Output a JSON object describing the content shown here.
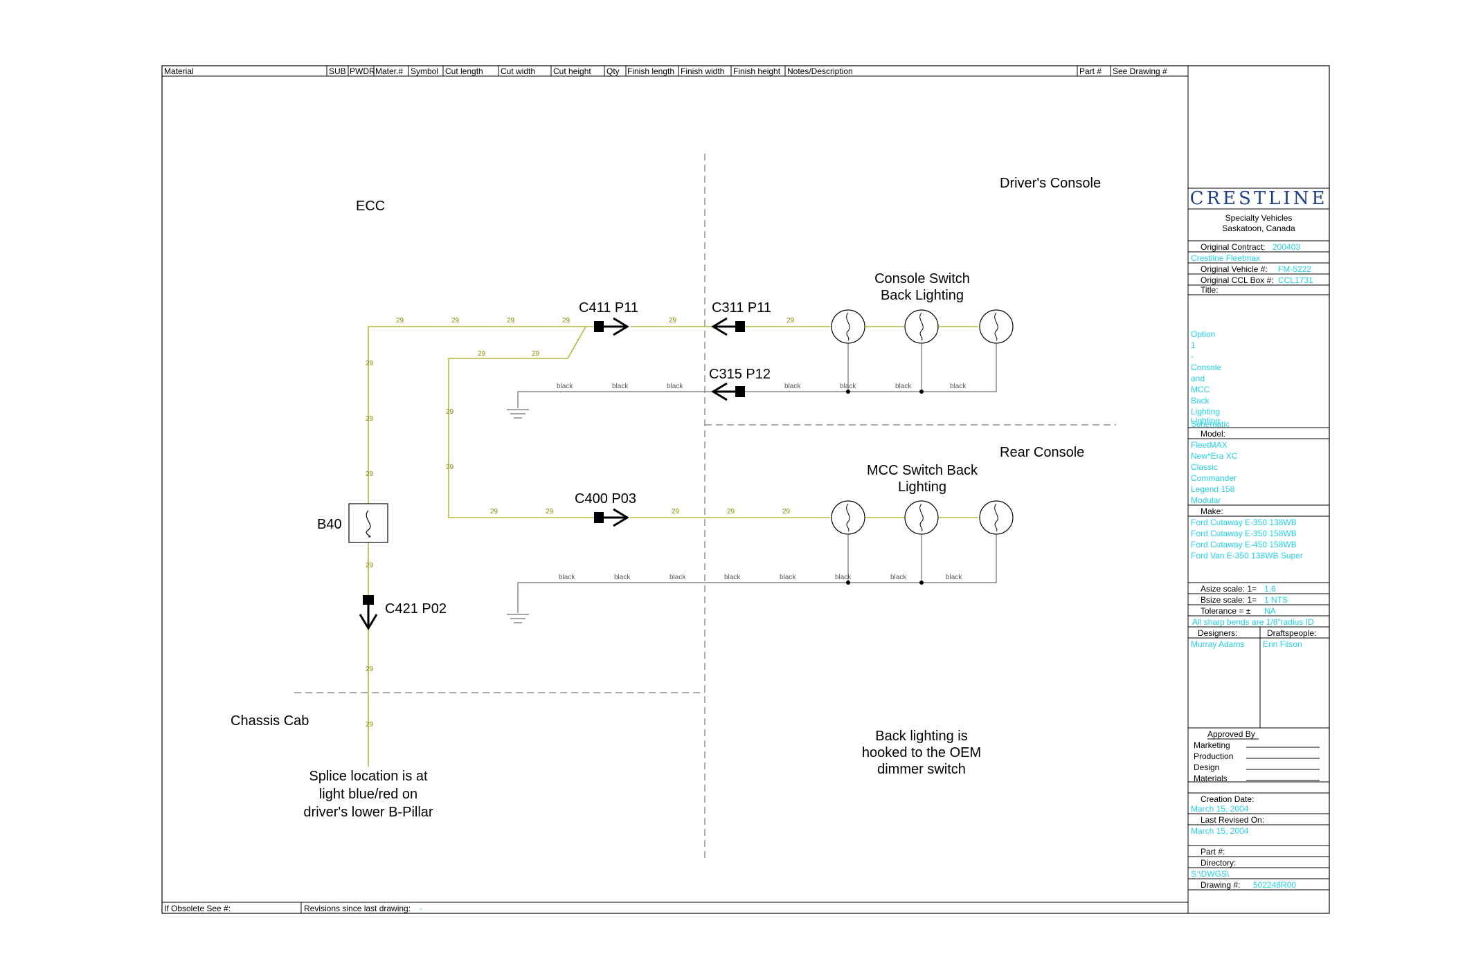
{
  "header": {
    "columns": [
      "Material",
      "SUB",
      "PWDR",
      "Mater.#",
      "Symbol",
      "Cut length",
      "Cut width",
      "Cut height",
      "Qty",
      "Finish length",
      "Finish width",
      "Finish height",
      "Notes/Description",
      "Part #",
      "See Drawing #"
    ]
  },
  "zones": {
    "ecc": "ECC",
    "drivers_console": "Driver's Console",
    "rear_console": "Rear Console",
    "chassis_cab": "Chassis Cab"
  },
  "connectors": {
    "c411": "C411 P11",
    "c311": "C311 P11",
    "c315": "C315 P12",
    "c400": "C400 P03",
    "c421": "C421 P02",
    "b40": "B40"
  },
  "groups": {
    "console_line1": "Console Switch",
    "console_line2": "Back Lighting",
    "mcc_line1": "MCC Switch Back",
    "mcc_line2": "Lighting"
  },
  "wire_labels": {
    "num": "29",
    "gnd": "black"
  },
  "notes": {
    "splice": [
      "Splice location is at",
      "light blue/red on",
      "driver's lower B-Pillar"
    ],
    "backlight": [
      "Back lighting is",
      "hooked to the OEM",
      "dimmer switch"
    ]
  },
  "footer": {
    "obsolete": "If Obsolete See #:",
    "revisions": "Revisions since last drawing:",
    "revisions_value": "-"
  },
  "title_block": {
    "logo": "CRESTLINE",
    "company1": "Specialty Vehicles",
    "company2": "Saskatoon, Canada",
    "orig_contract_label": "Original Contract:",
    "orig_contract": "200403",
    "contract_name": "Crestline Fleetmax",
    "orig_vehicle_label": "Original Vehicle #:",
    "orig_vehicle": "FM-5222",
    "ccl_label": "Original CCL Box #:",
    "ccl": "CCL1731",
    "title_label": "Title:",
    "title_lines": [
      "Option",
      "1",
      "-",
      "Console",
      "and",
      "MCC",
      "Back",
      "Lighting",
      "Lighting",
      "Schematic"
    ],
    "model_label": "Model:",
    "models": [
      "FleetMAX",
      "New*Era XC",
      "Classic",
      "Commander",
      "Legend 158",
      "Modular"
    ],
    "make_label": "Make:",
    "makes": [
      "Ford Cutaway E-350 138WB",
      "Ford Cutaway E-350 158WB",
      "Ford Cutaway E-450 158WB",
      "Ford Van E-350 138WB Super"
    ],
    "asize_label": "Asize scale:  1=",
    "asize": "1.6",
    "bsize_label": "Bsize scale:  1=",
    "bsize": "1  NTS",
    "tolerance_label": "Tolerance = ±",
    "tolerance": "NA",
    "bends": "All sharp bends are 1/8\"radius ID",
    "designers_label": "Designers:",
    "designer": "Murray Adams",
    "drafts_label": "Draftspeople:",
    "draftsperson": "Erin Filson",
    "approved_label": "Approved By",
    "approvals": [
      "Marketing",
      "Production",
      "Design",
      "Materials"
    ],
    "creation_label": "Creation Date:",
    "creation_date": "March 15, 2004",
    "revised_label": "Last Revised On:",
    "revised_date": "March 15, 2004",
    "part_label": "Part #:",
    "dir_label": "Directory:",
    "directory": "S:\\DWGS\\",
    "drawing_label": "Drawing #:",
    "drawing": "502248R00"
  },
  "colors": {
    "wire": "#b5b83a",
    "ground_wire": "#6e6e6e",
    "accent": "#22d0e8"
  }
}
